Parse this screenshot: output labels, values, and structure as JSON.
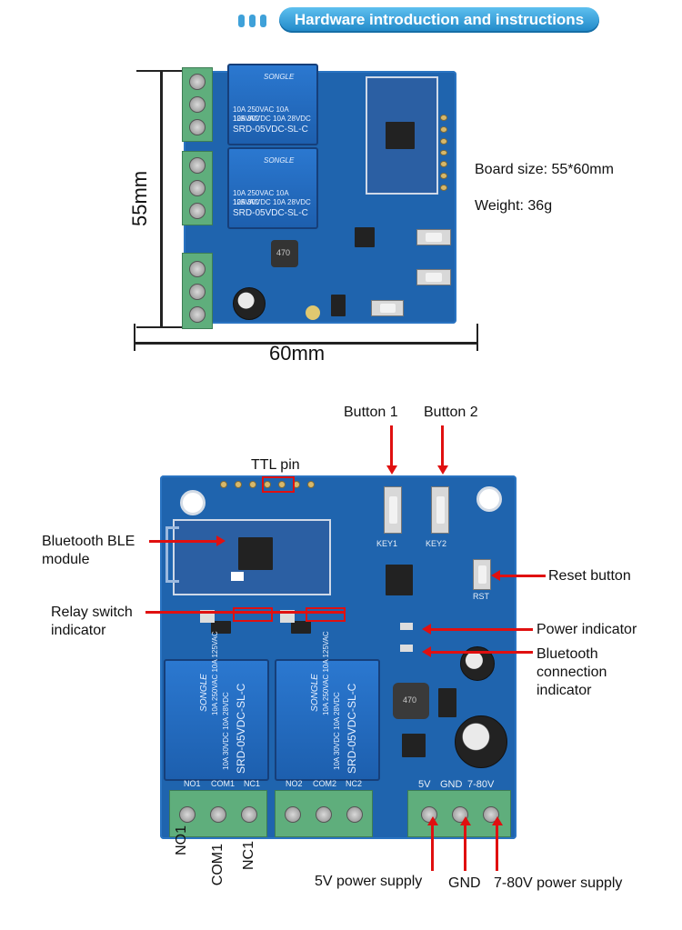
{
  "header": {
    "title": "Hardware introduction and instructions"
  },
  "specs": {
    "board_size": "Board size: 55*60mm",
    "weight": "Weight: 36g"
  },
  "dimensions": {
    "height_label": "55mm",
    "width_label": "60mm"
  },
  "relay": {
    "brand": "SONGLE",
    "line1": "10A 250VAC  10A 125VAC",
    "line2": "10A  30VDC  10A  28VDC",
    "model": "SRD-05VDC-SL-C"
  },
  "silk": {
    "key1": "KEY1",
    "key2": "KEY2",
    "rst": "RST",
    "no1": "NO1",
    "com1": "COM1",
    "nc1": "NC1",
    "no2": "NO2",
    "com2": "COM2",
    "nc2": "NC2",
    "v5": "5V",
    "gnd": "GND",
    "v780": "7-80V",
    "ic": "470"
  },
  "callouts": {
    "button1": "Button 1",
    "button2": "Button 2",
    "ttl": "TTL pin",
    "ble_line1": "Bluetooth BLE",
    "ble_line2": "module",
    "relay_ind_line1": "Relay switch",
    "relay_ind_line2": "indicator",
    "reset": "Reset button",
    "power_ind": "Power indicator",
    "bt_line1": "Bluetooth",
    "bt_line2": "connection",
    "bt_line3": "indicator",
    "no1": "NO1",
    "com1": "COM1",
    "nc1": "NC1",
    "power_5v": "5V power supply",
    "gnd": "GND",
    "power_780": "7-80V power supply"
  }
}
